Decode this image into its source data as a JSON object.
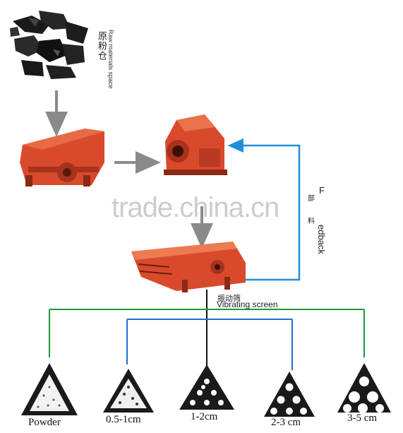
{
  "raw": {
    "zh": "原粉仓",
    "en": "Raw materials space"
  },
  "screen": {
    "zh": "振动筛",
    "en": "Vibrating screen"
  },
  "feedback": {
    "zh_top": "F",
    "zh_1": "部",
    "zh_2": "料",
    "en": "edback"
  },
  "watermark": "trade.china.cn",
  "products": [
    {
      "label": "Powder"
    },
    {
      "label": "0.5-1cm"
    },
    {
      "label": "1-2cm"
    },
    {
      "label": "2-3 cm"
    },
    {
      "label": "3-5 cm"
    }
  ],
  "colors": {
    "machine": "#d94a2c",
    "machine_dark": "#a8321c",
    "feedback_line": "#1e8fd6",
    "green_line": "#1a9a3a",
    "blue_line": "#1e6fd0",
    "arrow": "#8a8a8a"
  }
}
